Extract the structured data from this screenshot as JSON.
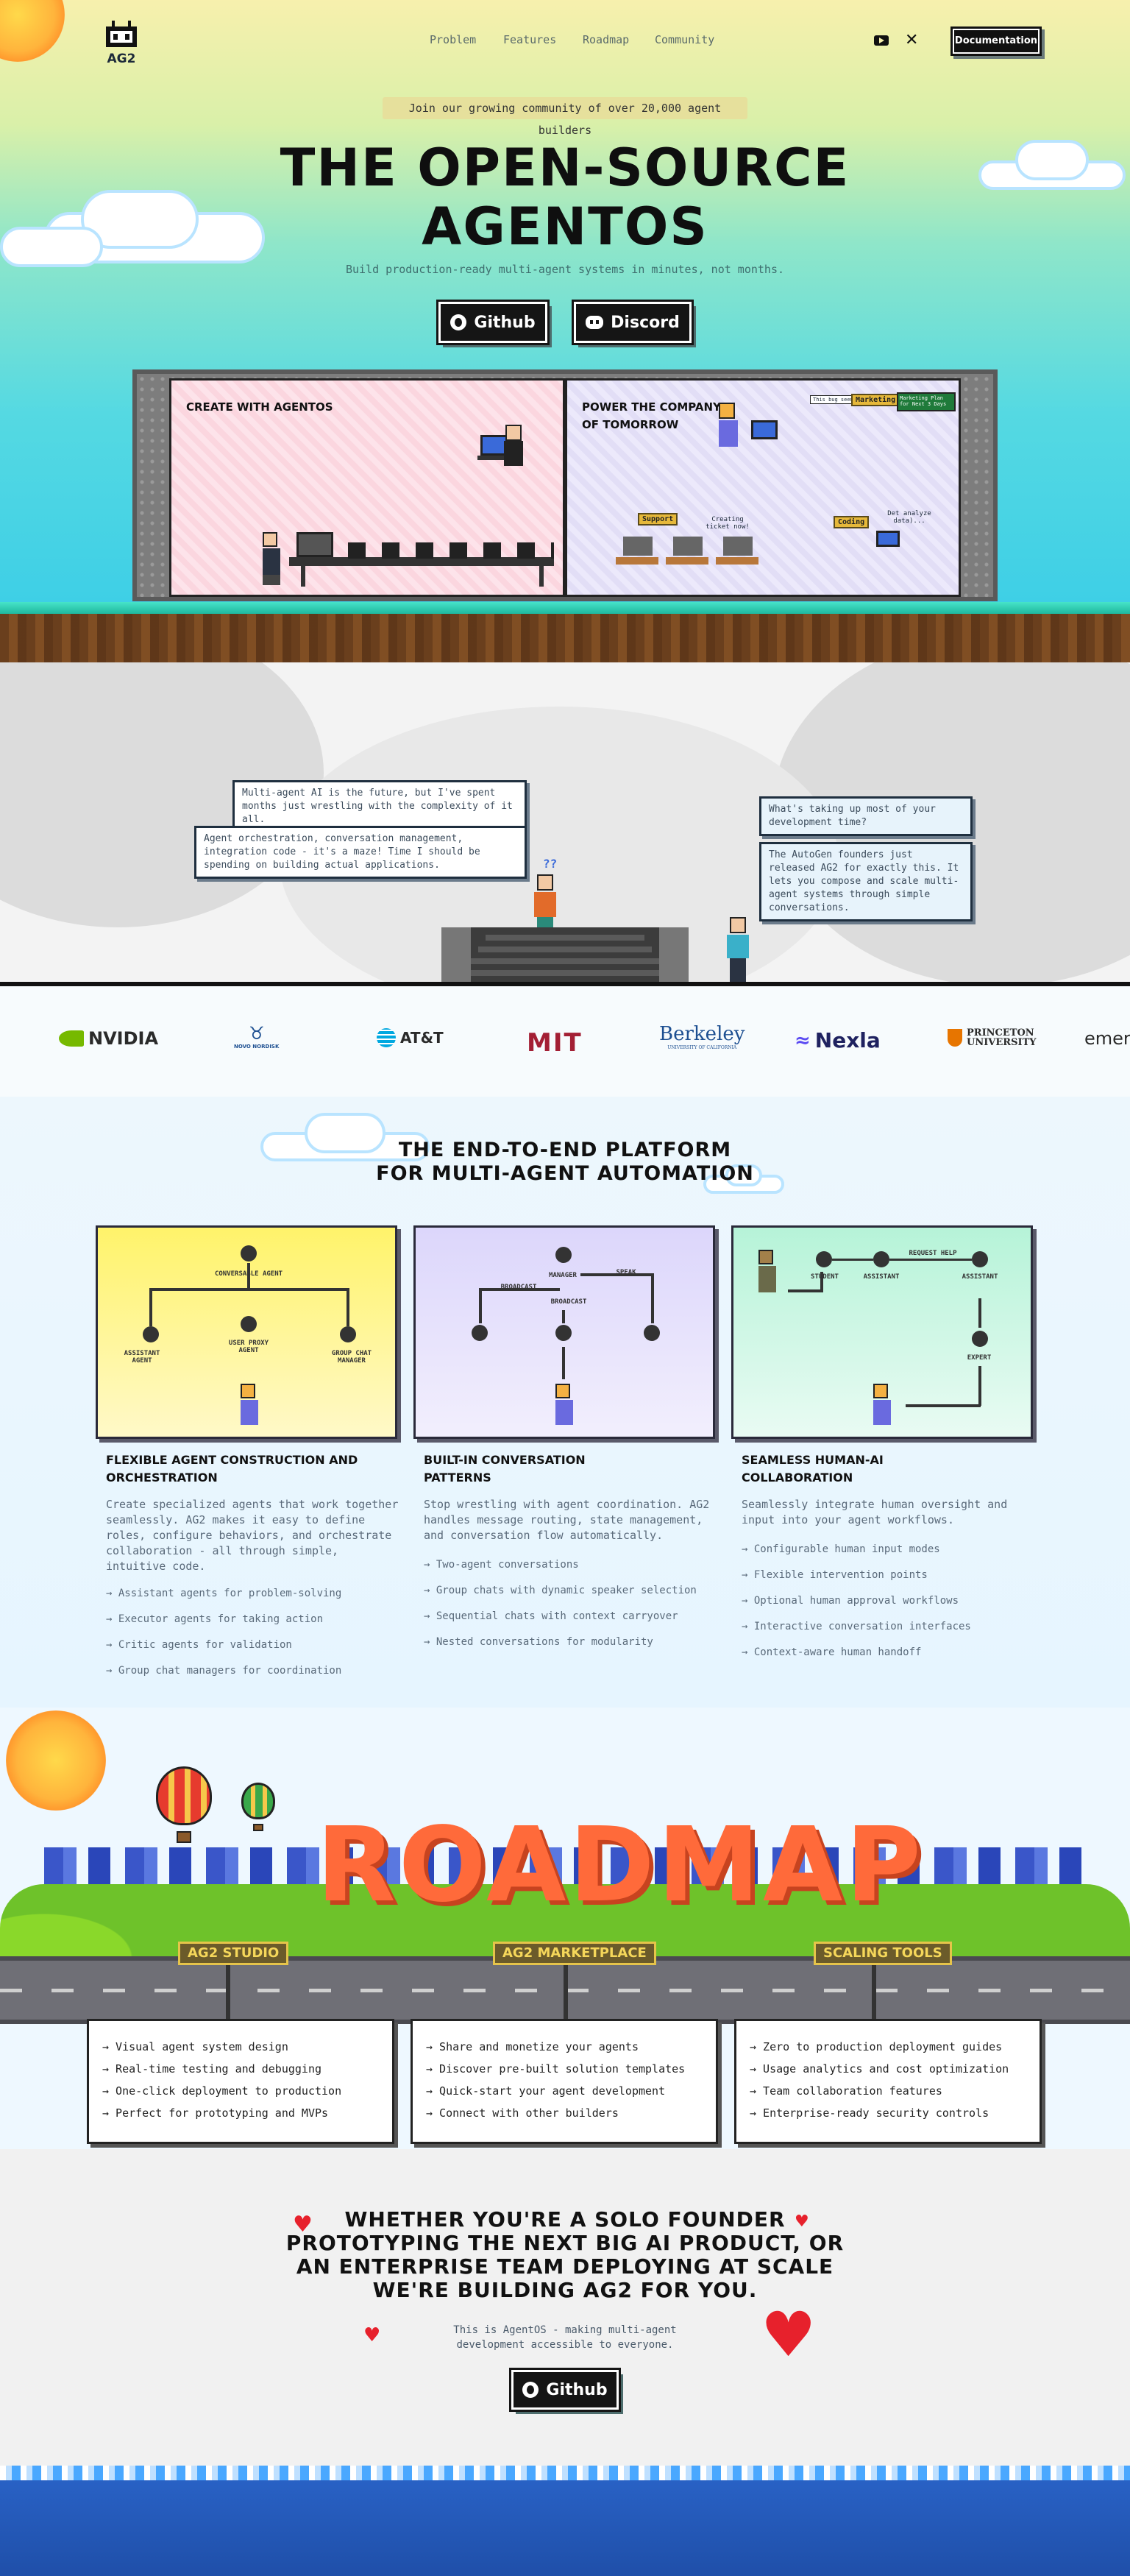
{
  "nav": {
    "logo_text": "AG2",
    "links": [
      "Problem",
      "Features",
      "Roadmap",
      "Community"
    ],
    "documentation_label": "Documentation"
  },
  "hero": {
    "badge": "Join our growing community of over 20,000 agent builders",
    "title_line1": "THE OPEN-SOURCE",
    "title_line2": "AGENTOS",
    "subtitle": "Build production-ready multi-agent systems in minutes, not months.",
    "github_label": "Github",
    "discord_label": "Discord",
    "panel_left_title": "CREATE WITH AGENTOS",
    "panel_right_title_line1": "POWER THE COMPANY",
    "panel_right_title_line2": "OF TOMORROW",
    "signs": [
      "Marketing",
      "Support",
      "Coding"
    ],
    "speech": {
      "bug": "This bug seems fixed",
      "marketing_board": "Marketing Plan for Next 3 Days",
      "ticket": "Creating ticket now!",
      "data": "Det analyze data)..."
    }
  },
  "problem": {
    "bubble1": "Multi-agent AI is the future, but I've spent months just wrestling with the complexity of it all.",
    "bubble2": "Agent orchestration, conversation management, integration code - it's a maze! Time I should be spending on building actual applications.",
    "bubble3": "What's taking up most of your development time?",
    "bubble4": "The AutoGen founders just released AG2 for exactly this. It lets you compose and scale multi-agent systems through simple conversations."
  },
  "logos": [
    "NVIDIA",
    "NOVO NORDISK",
    "AT&T",
    "MIT",
    "Berkeley",
    "Nexla",
    "PRINCETON UNIVERSITY",
    "emer"
  ],
  "logo_sub": {
    "berkeley": "UNIVERSITY OF CALIFORNIA",
    "princeton_top": "PRINCETON",
    "princeton_bottom": "UNIVERSITY"
  },
  "platform": {
    "title_line1": "THE END-TO-END PLATFORM",
    "title_line2": "FOR MULTI-AGENT AUTOMATION",
    "features": [
      {
        "title_line1": "FLEXIBLE AGENT CONSTRUCTION AND",
        "title_line2": "ORCHESTRATION",
        "description": "Create specialized agents that work together seamlessly. AG2 makes it easy to define roles, configure behaviors, and orchestrate collaboration - all through simple, intuitive code.",
        "items": [
          "→ Assistant agents for problem-solving",
          "→ Executor agents for taking action",
          "→ Critic agents for validation",
          "→ Group chat managers for coordination"
        ],
        "nodes": [
          "CONVERSABLE AGENT",
          "ASSISTANT AGENT",
          "USER PROXY AGENT",
          "GROUP CHAT MANAGER"
        ]
      },
      {
        "title_line1": "BUILT-IN CONVERSATION",
        "title_line2": "PATTERNS",
        "description": "Stop wrestling with agent coordination. AG2 handles message routing, state management, and conversation flow automatically.",
        "items": [
          "→ Two-agent conversations",
          "→ Group chats with dynamic speaker selection",
          "→ Sequential chats with context carryover",
          "→ Nested conversations for modularity"
        ],
        "nodes": [
          "MANAGER",
          "BROADCAST",
          "SPEAK",
          "BROADCAST"
        ]
      },
      {
        "title_line1": "SEAMLESS HUMAN-AI",
        "title_line2": "COLLABORATION",
        "description": "Seamlessly integrate human oversight and input into your agent workflows.",
        "items": [
          "→ Configurable human input modes",
          "→ Flexible intervention points",
          "→ Optional human approval workflows",
          "→ Interactive conversation interfaces",
          "→ Context-aware human handoff"
        ],
        "nodes": [
          "STUDENT",
          "ASSISTANT",
          "ASSISTANT",
          "EXPERT",
          "REQUEST HELP"
        ]
      }
    ]
  },
  "roadmap": {
    "title": "ROADMAP",
    "columns": [
      {
        "tag": "AG2 STUDIO",
        "items": [
          "→ Visual agent system design",
          "→ Real-time testing and debugging",
          "→ One-click deployment to production",
          "→ Perfect for prototyping and MVPs"
        ]
      },
      {
        "tag": "AG2 MARKETPLACE",
        "items": [
          "→ Share and monetize your agents",
          "→ Discover pre-built solution templates",
          "→ Quick-start your agent development",
          "→ Connect with other builders"
        ]
      },
      {
        "tag": "SCALING TOOLS",
        "items": [
          "→ Zero to production deployment guides",
          "→ Usage analytics and cost optimization",
          "→ Team collaboration features",
          "→ Enterprise-ready security controls"
        ]
      }
    ]
  },
  "cta": {
    "line1": "WHETHER YOU'RE A SOLO FOUNDER",
    "line2": "PROTOTYPING THE NEXT BIG AI PRODUCT, OR",
    "line3": "AN ENTERPRISE TEAM DEPLOYING AT SCALE",
    "line4": "WE'RE BUILDING AG2 FOR YOU.",
    "sub_line1": "This is AgentOS - making multi-agent",
    "sub_line2": "development accessible to everyone.",
    "github_label": "Github"
  },
  "colors": {
    "accent_dark": "#111111",
    "roadmap_orange": "#ff6a3a",
    "tag_gold": "#f5d75a",
    "heart_red": "#e7212c"
  }
}
